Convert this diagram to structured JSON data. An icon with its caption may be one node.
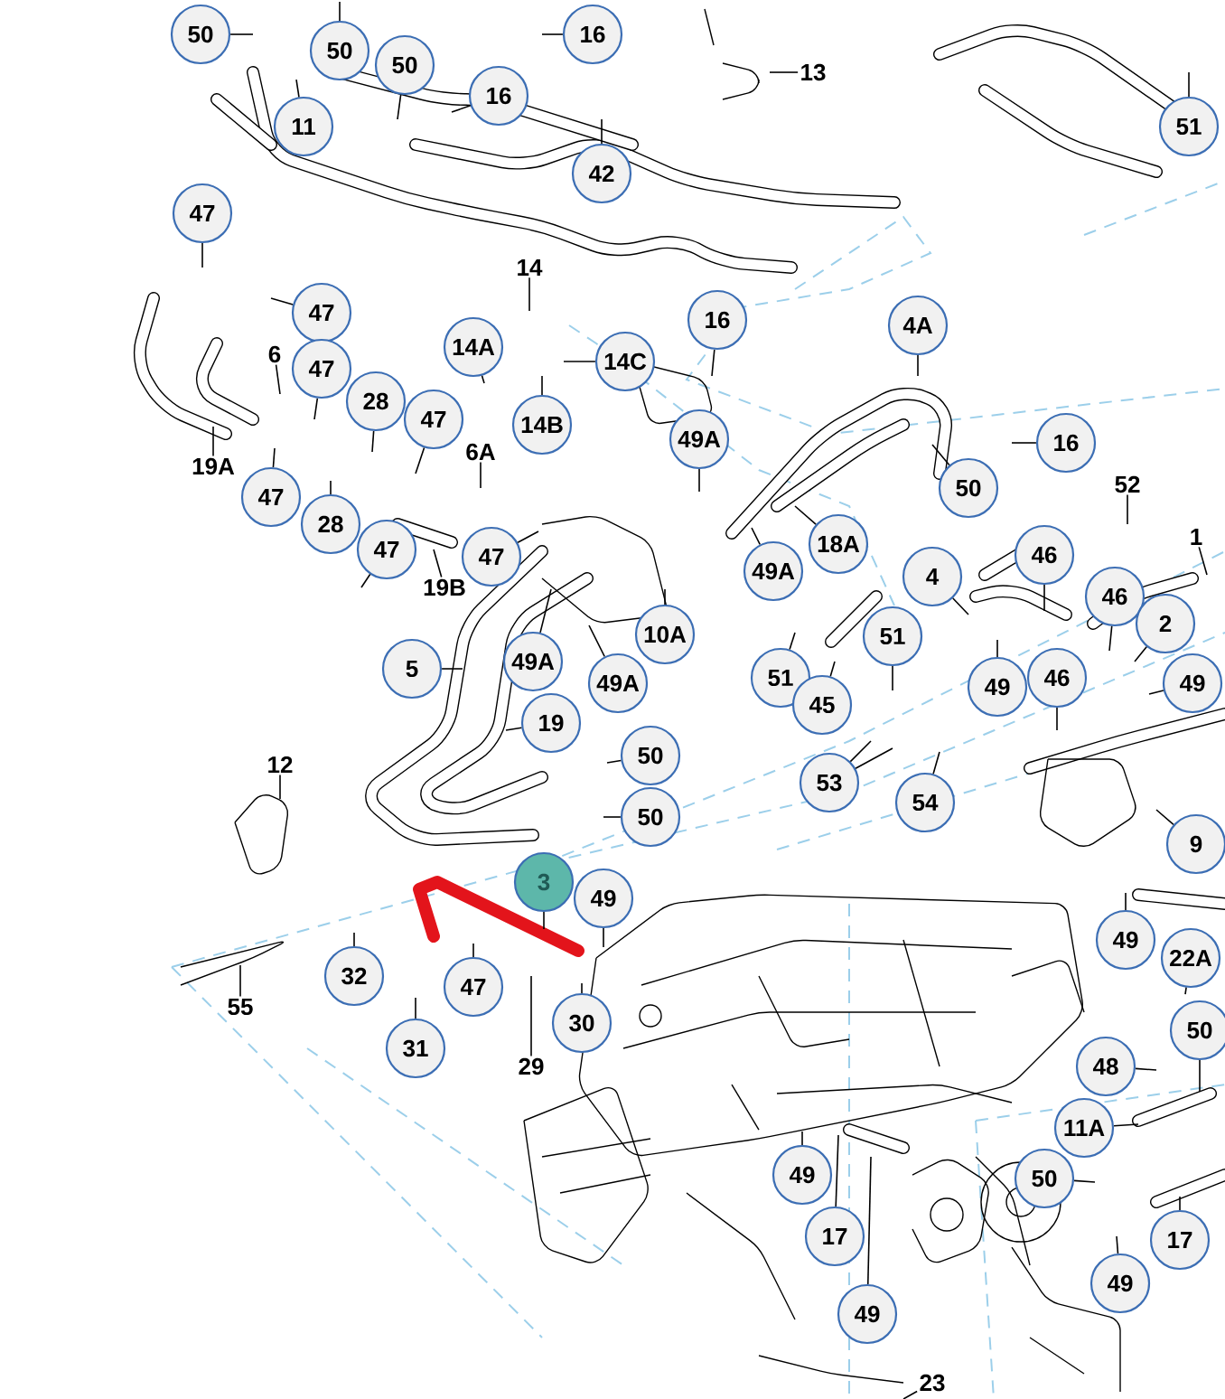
{
  "diagram": {
    "nodes": [
      {
        "text": [
          "50"
        ]
      },
      {
        "text": [
          "50"
        ]
      },
      {
        "text": [
          "16"
        ]
      },
      {
        "text": [
          "50"
        ]
      },
      {
        "text": [
          "13"
        ]
      },
      {
        "text": [
          "16"
        ]
      },
      {
        "text": [
          "11"
        ]
      },
      {
        "text": [
          "51"
        ]
      },
      {
        "text": [
          "42"
        ]
      },
      {
        "text": [
          "47"
        ]
      },
      {
        "text": [
          "14"
        ]
      },
      {
        "text": [
          "47"
        ]
      },
      {
        "text": [
          "16"
        ]
      },
      {
        "text": [
          "4A"
        ]
      },
      {
        "text": [
          "6"
        ]
      },
      {
        "text": [
          "14A"
        ]
      },
      {
        "text": [
          "14C"
        ]
      },
      {
        "text": [
          "47"
        ]
      },
      {
        "text": [
          "28"
        ]
      },
      {
        "text": [
          "47"
        ]
      },
      {
        "text": [
          "14B"
        ]
      },
      {
        "text": [
          "49A"
        ]
      },
      {
        "text": [
          "16"
        ]
      },
      {
        "text": [
          "6A"
        ]
      },
      {
        "text": [
          "19A"
        ]
      },
      {
        "text": [
          "47"
        ]
      },
      {
        "text": [
          "50"
        ]
      },
      {
        "text": [
          "52"
        ]
      },
      {
        "text": [
          "28"
        ]
      },
      {
        "text": [
          "47"
        ]
      },
      {
        "text": [
          "1"
        ]
      },
      {
        "text": [
          "47"
        ]
      },
      {
        "text": [
          "18A"
        ]
      },
      {
        "text": [
          "46"
        ]
      },
      {
        "text": [
          "49A"
        ]
      },
      {
        "text": [
          "4"
        ]
      },
      {
        "text": [
          "19B"
        ]
      },
      {
        "text": [
          "46"
        ]
      },
      {
        "text": [
          "2"
        ]
      },
      {
        "text": [
          "10A"
        ]
      },
      {
        "text": [
          "51"
        ]
      },
      {
        "text": [
          "49"
        ]
      },
      {
        "text": [
          "5"
        ]
      },
      {
        "text": [
          "49A"
        ]
      },
      {
        "text": [
          "49A"
        ]
      },
      {
        "text": [
          "51"
        ]
      },
      {
        "text": [
          "49"
        ]
      },
      {
        "text": [
          "46"
        ]
      },
      {
        "text": [
          "45"
        ]
      },
      {
        "text": [
          "19"
        ]
      },
      {
        "text": [
          "50"
        ]
      },
      {
        "text": [
          "12"
        ]
      },
      {
        "text": [
          "54"
        ]
      },
      {
        "text": [
          "53"
        ]
      },
      {
        "text": [
          "50"
        ]
      },
      {
        "text": [
          "9"
        ]
      },
      {
        "text": [
          "3"
        ]
      },
      {
        "text": [
          "49"
        ]
      },
      {
        "text": [
          "49"
        ]
      },
      {
        "text": [
          "22A"
        ]
      },
      {
        "text": [
          "32"
        ]
      },
      {
        "text": [
          "47"
        ]
      },
      {
        "text": [
          "55"
        ]
      },
      {
        "text": [
          "30"
        ]
      },
      {
        "text": [
          "29"
        ]
      },
      {
        "text": [
          "31"
        ]
      },
      {
        "text": [
          "50"
        ]
      },
      {
        "text": [
          "48"
        ]
      },
      {
        "text": [
          "11A"
        ]
      },
      {
        "text": [
          "50"
        ]
      },
      {
        "text": [
          "49"
        ]
      },
      {
        "text": [
          "17"
        ]
      },
      {
        "text": [
          "17"
        ]
      },
      {
        "text": [
          "49"
        ]
      },
      {
        "text": [
          "49"
        ]
      },
      {
        "text": [
          "23"
        ]
      }
    ],
    "edges": [
      {
        "from": 0,
        "to": null,
        "arrow": "none"
      },
      {
        "from": 1,
        "to": null,
        "arrow": "none"
      },
      {
        "from": 2,
        "to": null,
        "arrow": "none"
      },
      {
        "from": 3,
        "to": null,
        "arrow": "none"
      },
      {
        "from": 4,
        "to": null,
        "arrow": "none"
      },
      {
        "from": 5,
        "to": null,
        "arrow": "none"
      },
      {
        "from": 6,
        "to": null,
        "arrow": "none"
      },
      {
        "from": 7,
        "to": null,
        "arrow": "none"
      },
      {
        "from": 8,
        "to": null,
        "arrow": "none"
      },
      {
        "from": 9,
        "to": null,
        "arrow": "none"
      },
      {
        "from": 10,
        "to": null,
        "arrow": "none"
      },
      {
        "from": 11,
        "to": null,
        "arrow": "none"
      },
      {
        "from": 12,
        "to": null,
        "arrow": "none"
      },
      {
        "from": 13,
        "to": null,
        "arrow": "none"
      },
      {
        "from": 14,
        "to": null,
        "arrow": "none"
      },
      {
        "from": 15,
        "to": null,
        "arrow": "none"
      },
      {
        "from": 16,
        "to": null,
        "arrow": "none"
      },
      {
        "from": 17,
        "to": null,
        "arrow": "none"
      },
      {
        "from": 18,
        "to": null,
        "arrow": "none"
      },
      {
        "from": 19,
        "to": null,
        "arrow": "none"
      },
      {
        "from": 20,
        "to": null,
        "arrow": "none"
      },
      {
        "from": 21,
        "to": null,
        "arrow": "none"
      },
      {
        "from": 22,
        "to": null,
        "arrow": "none"
      },
      {
        "from": 23,
        "to": null,
        "arrow": "none"
      },
      {
        "from": 24,
        "to": null,
        "arrow": "none"
      },
      {
        "from": 25,
        "to": null,
        "arrow": "none"
      },
      {
        "from": 26,
        "to": null,
        "arrow": "none"
      },
      {
        "from": 27,
        "to": null,
        "arrow": "none"
      },
      {
        "from": 28,
        "to": null,
        "arrow": "none"
      },
      {
        "from": 29,
        "to": null,
        "arrow": "none"
      },
      {
        "from": 30,
        "to": null,
        "arrow": "none"
      },
      {
        "from": 31,
        "to": null,
        "arrow": "none"
      },
      {
        "from": 32,
        "to": null,
        "arrow": "none"
      },
      {
        "from": 33,
        "to": null,
        "arrow": "none"
      },
      {
        "from": 34,
        "to": null,
        "arrow": "none"
      },
      {
        "from": 35,
        "to": null,
        "arrow": "none"
      },
      {
        "from": 36,
        "to": null,
        "arrow": "none"
      },
      {
        "from": 37,
        "to": null,
        "arrow": "none"
      },
      {
        "from": 38,
        "to": null,
        "arrow": "none"
      },
      {
        "from": 39,
        "to": null,
        "arrow": "none"
      },
      {
        "from": 40,
        "to": null,
        "arrow": "none"
      },
      {
        "from": 41,
        "to": null,
        "arrow": "none"
      },
      {
        "from": 42,
        "to": null,
        "arrow": "none"
      },
      {
        "from": 43,
        "to": null,
        "arrow": "none"
      },
      {
        "from": 44,
        "to": null,
        "arrow": "none"
      },
      {
        "from": 45,
        "to": null,
        "arrow": "none"
      },
      {
        "from": 46,
        "to": null,
        "arrow": "none"
      },
      {
        "from": 47,
        "to": null,
        "arrow": "none"
      },
      {
        "from": 48,
        "to": null,
        "arrow": "none"
      },
      {
        "from": 49,
        "to": null,
        "arrow": "none"
      },
      {
        "from": 50,
        "to": null,
        "arrow": "none"
      },
      {
        "from": 51,
        "to": null,
        "arrow": "none"
      },
      {
        "from": 52,
        "to": null,
        "arrow": "none"
      },
      {
        "from": 53,
        "to": null,
        "arrow": "none"
      },
      {
        "from": 53,
        "to": null,
        "arrow": "none"
      },
      {
        "from": 54,
        "to": null,
        "arrow": "none"
      },
      {
        "from": 55,
        "to": null,
        "arrow": "none"
      },
      {
        "from": 56,
        "to": null,
        "arrow": "none"
      },
      {
        "from": 57,
        "to": null,
        "arrow": "none"
      },
      {
        "from": 58,
        "to": null,
        "arrow": "none"
      },
      {
        "from": 59,
        "to": null,
        "arrow": "none"
      },
      {
        "from": 60,
        "to": null,
        "arrow": "none"
      },
      {
        "from": 61,
        "to": null,
        "arrow": "none"
      },
      {
        "from": 62,
        "to": null,
        "arrow": "none"
      },
      {
        "from": 63,
        "to": null,
        "arrow": "none"
      },
      {
        "from": 64,
        "to": null,
        "arrow": "none"
      },
      {
        "from": 65,
        "to": null,
        "arrow": "none"
      },
      {
        "from": 66,
        "to": null,
        "arrow": "none"
      },
      {
        "from": 67,
        "to": null,
        "arrow": "none"
      },
      {
        "from": 68,
        "to": null,
        "arrow": "none"
      },
      {
        "from": 69,
        "to": null,
        "arrow": "none"
      },
      {
        "from": 70,
        "to": null,
        "arrow": "none"
      },
      {
        "from": 71,
        "to": null,
        "arrow": "none"
      },
      {
        "from": 72,
        "to": null,
        "arrow": "none"
      },
      {
        "from": 73,
        "to": null,
        "arrow": "none"
      },
      {
        "from": 74,
        "to": null,
        "arrow": "none"
      },
      {
        "from": 75,
        "to": null,
        "arrow": "none"
      }
    ]
  }
}
